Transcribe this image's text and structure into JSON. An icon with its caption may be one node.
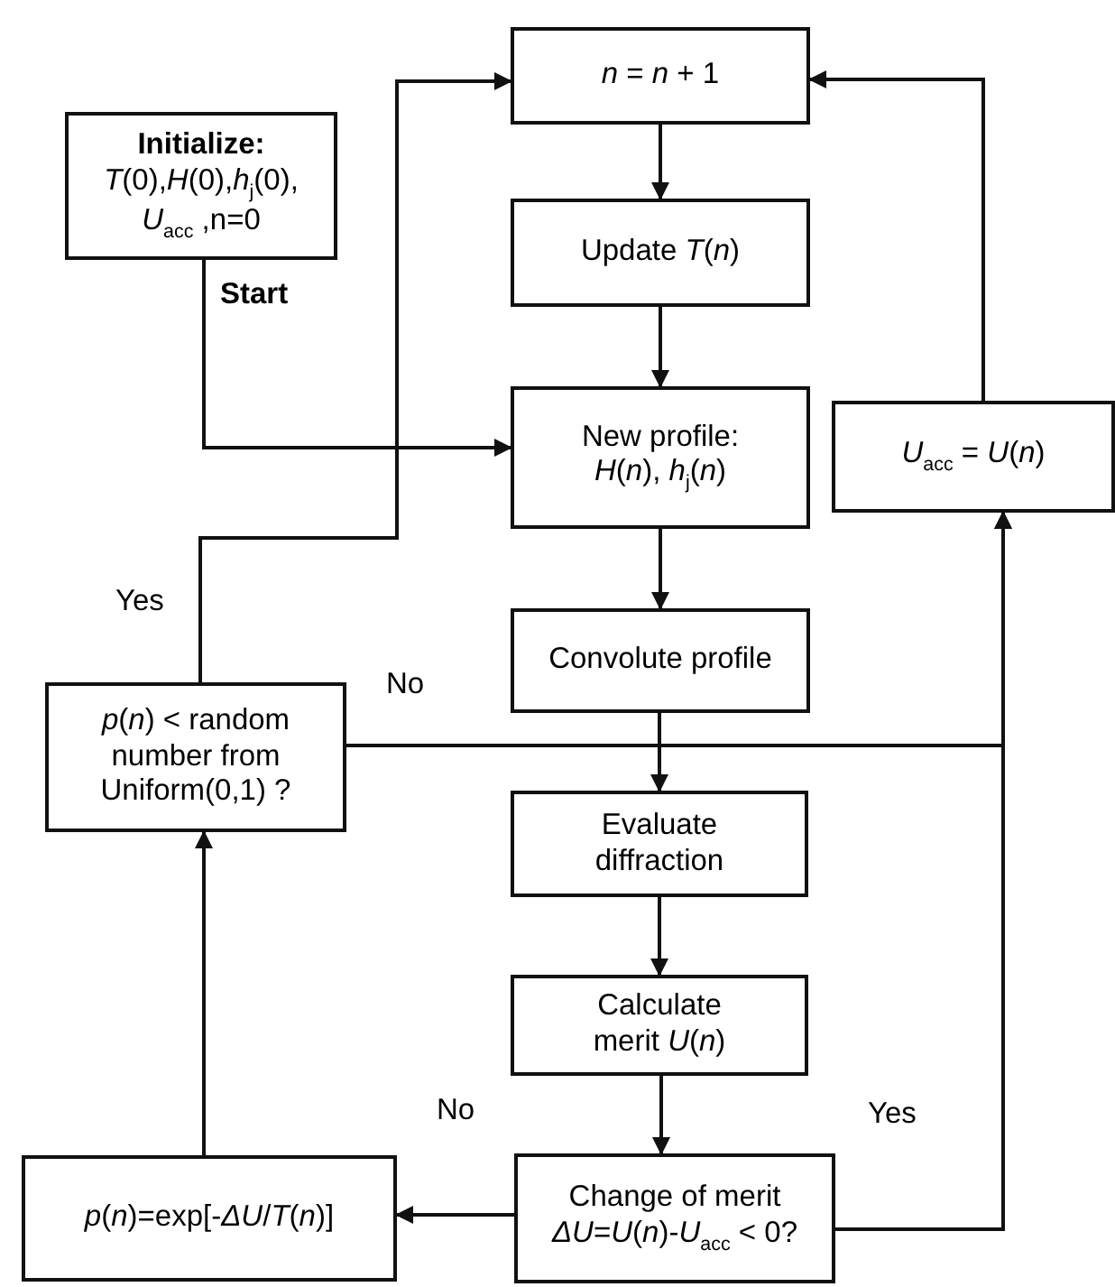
{
  "diagram": {
    "nodes": [
      {
        "text": [
          "Initialize:",
          "*T*(0),*H*(0),*h*$_{j}$(0), *U*$_{acc}$ ,n=0"
        ]
      },
      {
        "text": [
          "*n* = *n* + 1"
        ]
      },
      {
        "text": [
          "Update *T*(*n*)"
        ]
      },
      {
        "text": [
          "New profile: *H*(*n*), *h*$_{j}$(*n*)"
        ]
      },
      {
        "text": [
          "*U*$_{acc}$ = *U*(*n*)"
        ]
      },
      {
        "text": [
          "Convolute profile"
        ]
      },
      {
        "text": [
          "*p*(*n*) < random number from Uniform(0,1) ?"
        ]
      },
      {
        "text": [
          "Evaluate diffraction"
        ]
      },
      {
        "text": [
          "Calculate merit *U*(*n*)"
        ]
      },
      {
        "text": [
          "Change of merit *ΔU*=*U*(*n*)-*U*$_{acc}$ < 0?"
        ]
      },
      {
        "text": [
          "*p*(*n*)=exp[-*ΔU*/*T*(*n*)]"
        ]
      }
    ],
    "edges": [
      {
        "from": 0,
        "to": 3,
        "arrow": "to",
        "label": "Start"
      },
      {
        "from": 1,
        "to": 2,
        "arrow": "to"
      },
      {
        "from": 2,
        "to": 3,
        "arrow": "to"
      },
      {
        "from": 3,
        "to": 5,
        "arrow": "to"
      },
      {
        "from": 5,
        "to": 7,
        "arrow": "to"
      },
      {
        "from": 7,
        "to": 8,
        "arrow": "to"
      },
      {
        "from": 8,
        "to": 9,
        "arrow": "to"
      },
      {
        "from": 9,
        "to": 10,
        "arrow": "to",
        "label": "No"
      },
      {
        "from": 10,
        "to": 6,
        "arrow": "to"
      },
      {
        "from": 6,
        "to": 1,
        "arrow": "to",
        "label": "Yes"
      },
      {
        "from": 6,
        "to": 4,
        "arrow": "to",
        "label": "No"
      },
      {
        "from": 9,
        "to": 4,
        "arrow": "to",
        "label": "Yes"
      },
      {
        "from": 4,
        "to": 1,
        "arrow": "to"
      }
    ]
  }
}
